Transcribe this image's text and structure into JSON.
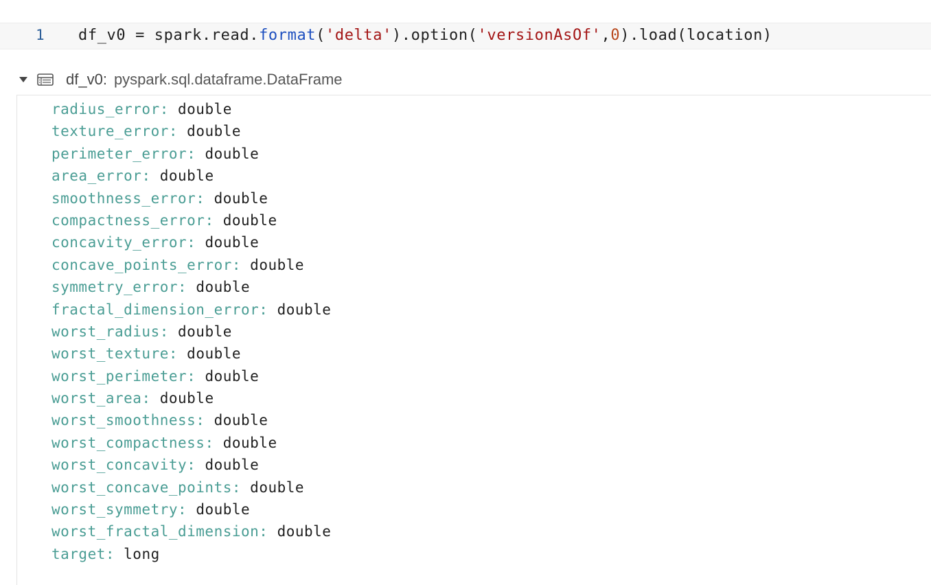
{
  "code_cell": {
    "line_number": "1",
    "tokens": {
      "t1": "df_v0 = spark.read.",
      "t2": "format",
      "t3": "(",
      "t4": "'delta'",
      "t5": ").option(",
      "t6": "'versionAsOf'",
      "t7": ",",
      "t8": "0",
      "t9": ").load(location)"
    }
  },
  "schema": {
    "variable": "df_v0:",
    "type": "pyspark.sql.dataframe.DataFrame",
    "fields": [
      {
        "name": "radius_error",
        "type": "double"
      },
      {
        "name": "texture_error",
        "type": "double"
      },
      {
        "name": "perimeter_error",
        "type": "double"
      },
      {
        "name": "area_error",
        "type": "double"
      },
      {
        "name": "smoothness_error",
        "type": "double"
      },
      {
        "name": "compactness_error",
        "type": "double"
      },
      {
        "name": "concavity_error",
        "type": "double"
      },
      {
        "name": "concave_points_error",
        "type": "double"
      },
      {
        "name": "symmetry_error",
        "type": "double"
      },
      {
        "name": "fractal_dimension_error",
        "type": "double"
      },
      {
        "name": "worst_radius",
        "type": "double"
      },
      {
        "name": "worst_texture",
        "type": "double"
      },
      {
        "name": "worst_perimeter",
        "type": "double"
      },
      {
        "name": "worst_area",
        "type": "double"
      },
      {
        "name": "worst_smoothness",
        "type": "double"
      },
      {
        "name": "worst_compactness",
        "type": "double"
      },
      {
        "name": "worst_concavity",
        "type": "double"
      },
      {
        "name": "worst_concave_points",
        "type": "double"
      },
      {
        "name": "worst_symmetry",
        "type": "double"
      },
      {
        "name": "worst_fractal_dimension",
        "type": "double"
      },
      {
        "name": "target",
        "type": "long"
      }
    ]
  },
  "colors": {
    "field_name": "#4a9d94",
    "function": "#1d4fbf",
    "string": "#a31515",
    "number": "#b8471b",
    "line_number": "#2d5f99"
  }
}
